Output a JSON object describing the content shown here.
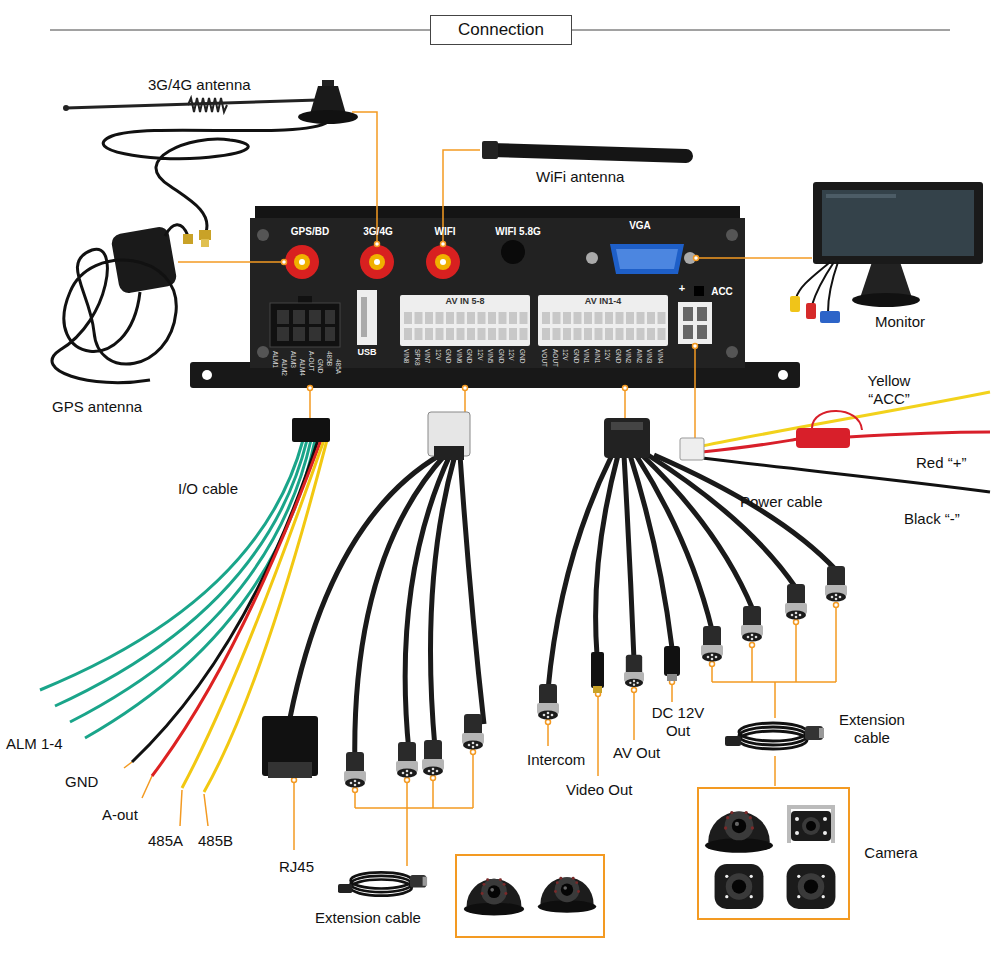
{
  "diagram": {
    "title": "Connection",
    "nodes": [
      {
        "text": [
          "GPS/BD",
          "3G/4G",
          "WIFI",
          "WIFI 5.8G",
          "VGA",
          "USB",
          "AV IN 5-8",
          "AV IN1-4",
          "+",
          "ACC"
        ]
      },
      {
        "text": [
          "Camera"
        ]
      }
    ],
    "labels": [
      "3G/4G antenna",
      "WiFi antenna",
      "GPS antenna",
      "Monitor",
      "Yellow “ACC”",
      "Red “+”",
      "Power cable",
      "Black “-”",
      "I/O cable",
      "ALM 1-4",
      "GND",
      "A-out",
      "485A",
      "485B",
      "RJ45",
      "Extension cable",
      "Intercom",
      "Video Out",
      "AV Out",
      "DC 12V Out",
      "Extension cable",
      "ALM1",
      "ALM3",
      "A-OUT",
      "485B",
      "ALM2",
      "ALM4",
      "GND",
      "485A",
      "VIN8",
      "SPK8",
      "VIN7",
      "12V",
      "GND",
      "VIN6",
      "GND",
      "12V",
      "VIN5",
      "GND",
      "12V",
      "GND",
      "VOUT",
      "AOUT",
      "12V",
      "GND",
      "VIN1",
      "AIN1",
      "12V",
      "GND",
      "VIN2",
      "AIN2",
      "VIN3",
      "VIN4"
    ]
  }
}
